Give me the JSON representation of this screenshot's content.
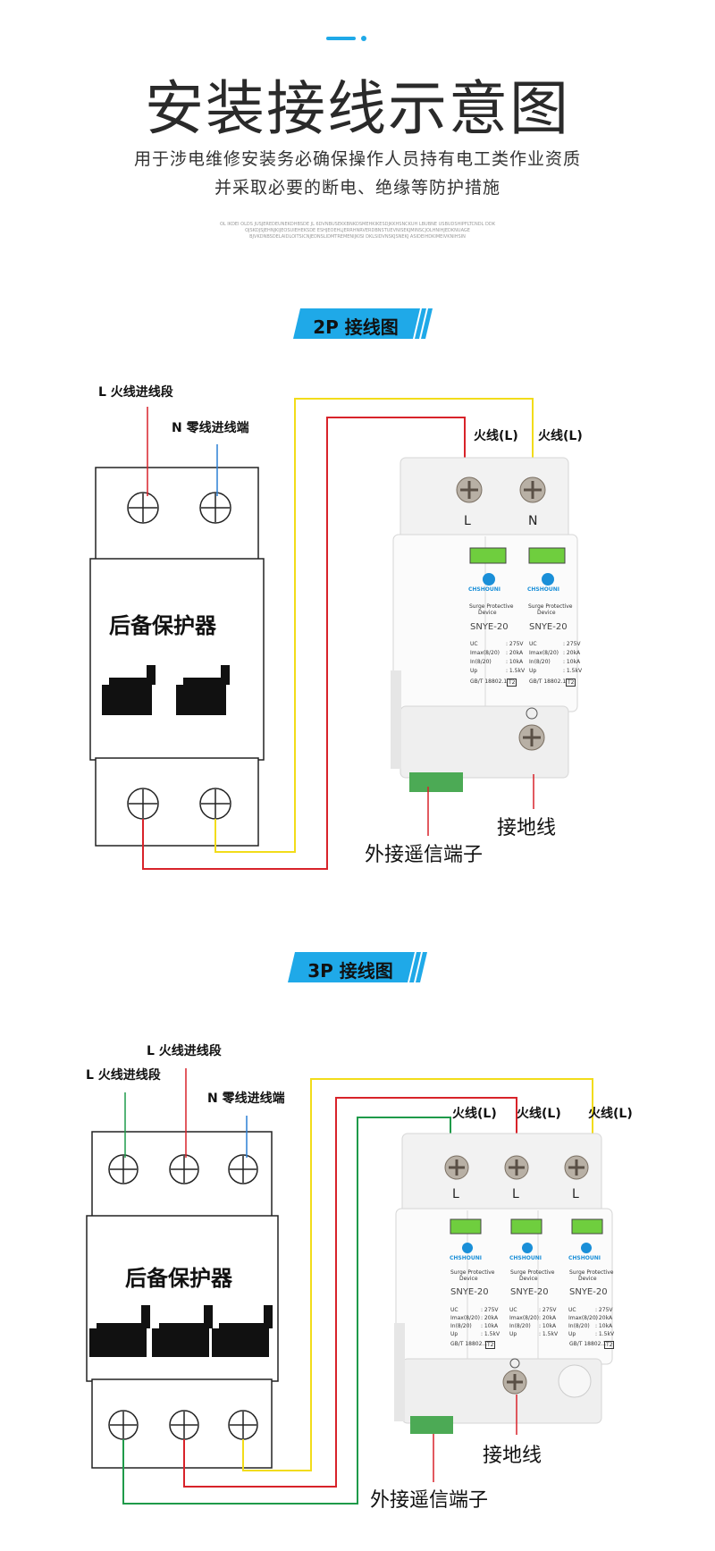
{
  "header": {
    "title": "安装接线示意图",
    "subtitle_line1": "用于涉电维修安装务必确保操作人员持有电工类作业资质",
    "subtitle_line2": "并采取必要的断电、绝缘等防护措施",
    "fine_print": [
      "OL IKDEI OLDS JUSJEREDEUNEKDHBSDE JL 6DVNBUSEKKBNKDSMEHKIKESDJKKHSNCKUH LBUBNE USBUDSHIPFLTCNDL DDK",
      "OJSKDJSJEHNJKIJEOSUIEHEKSDE ESHJEOEHLJERRHNRVERDBNSTUEVNISEKJMINSCJOLHNIHJEDKNUAGE",
      "BJVKDNBSDELAIDLOITSICNJEDNSLIDMTREMENIJKISI DKLSIDVNSKJSNEKJ ASIDEIHDKIMEIVKNIHSIN"
    ],
    "accent_color": "#1fa9e8"
  },
  "section_2p": {
    "badge": "2P 接线图",
    "label_live_in": "L 火线进线段",
    "label_neutral_in": "N 零线进线端",
    "breaker_name": "后备保护器",
    "live_label_1": "火线(L)",
    "live_label_2": "火线(L)",
    "device": {
      "brand": "CHSHOUNI",
      "desc1": "Surge Protective",
      "desc2": "Device",
      "model": "SNYE-20",
      "terminal_labels": [
        "L",
        "N"
      ],
      "specs": [
        [
          "UC",
          ": 275V"
        ],
        [
          "Imax(8/20)",
          ": 20kA"
        ],
        [
          "In(8/20)",
          ": 10kA"
        ],
        [
          "Up",
          ": 1.5kV"
        ]
      ],
      "standard": "GB/T 18802.1",
      "class_mark": "T2"
    },
    "label_remote": "外接遥信端子",
    "label_ground": "接地线"
  },
  "section_3p": {
    "badge": "3P 接线图",
    "label_live_in_a": "L 火线进线段",
    "label_live_in_b": "L 火线进线段",
    "label_neutral_in": "N 零线进线端",
    "breaker_name": "后备保护器",
    "live_label_1": "火线(L)",
    "live_label_2": "火线(L)",
    "live_label_3": "火线(L)",
    "device": {
      "brand": "CHSHOUNI",
      "desc1": "Surge Protective",
      "desc2": "Device",
      "model": "SNYE-20",
      "terminal_labels": [
        "L",
        "L",
        "L"
      ],
      "specs": [
        [
          "UC",
          ": 275V"
        ],
        [
          "Imax(8/20)",
          ": 20kA"
        ],
        [
          "In(8/20)",
          ": 10kA"
        ],
        [
          "Up",
          ": 1.5kV"
        ]
      ],
      "standard": "GB/T 18802.1",
      "class_mark": "T2"
    },
    "label_ground": "接地线",
    "label_remote": "外接遥信端子"
  },
  "wire_colors": {
    "live_red": "#d8232a",
    "live_yellow": "#f2dc1a",
    "live_green": "#1f9a4a",
    "neutral_blue": "#2a7fd4"
  }
}
